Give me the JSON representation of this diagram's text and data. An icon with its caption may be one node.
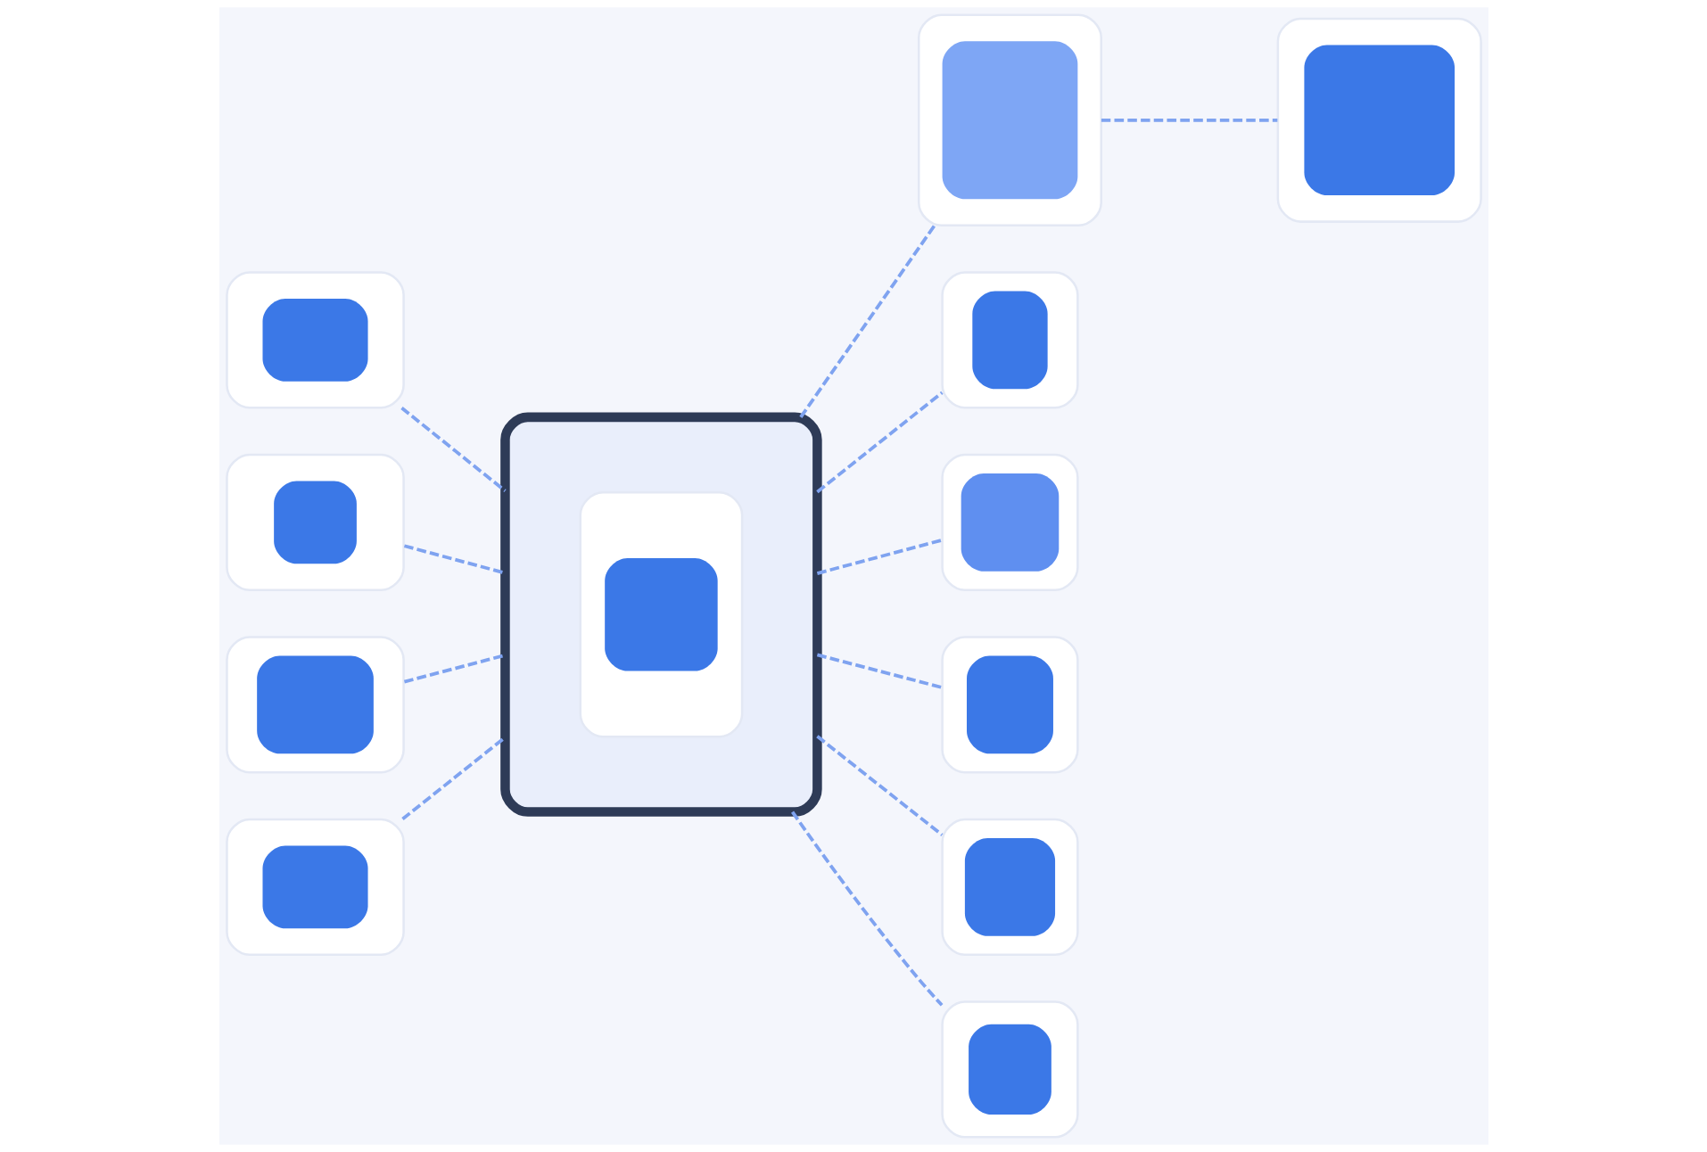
{
  "diagram": {
    "nodes": [
      {
        "text": [],
        "shape": "picture"
      },
      {
        "text": [],
        "shape": "picture"
      },
      {
        "text": [],
        "shape": "picture"
      },
      {
        "text": [],
        "shape": "picture"
      },
      {
        "text": [],
        "shape": "picture"
      },
      {
        "text": [],
        "shape": "picture",
        "in": 4
      },
      {
        "text": [],
        "shape": "picture"
      },
      {
        "text": [],
        "shape": "picture"
      },
      {
        "text": [],
        "shape": "picture"
      },
      {
        "text": [],
        "shape": "picture"
      },
      {
        "text": [],
        "shape": "picture"
      },
      {
        "text": [],
        "shape": "picture"
      },
      {
        "text": [],
        "shape": "picture"
      }
    ],
    "edges": [
      {
        "from": 0,
        "to": 4,
        "arrow": "none",
        "style": "dashed"
      },
      {
        "from": 1,
        "to": 4,
        "arrow": "none",
        "style": "dashed"
      },
      {
        "from": 2,
        "to": 4,
        "arrow": "none",
        "style": "dashed"
      },
      {
        "from": 3,
        "to": 4,
        "arrow": "none",
        "style": "dashed"
      },
      {
        "from": 4,
        "to": 6,
        "arrow": "none",
        "style": "dashed"
      },
      {
        "from": 6,
        "to": 7,
        "arrow": "none",
        "style": "dashed"
      },
      {
        "from": 4,
        "to": 8,
        "arrow": "none",
        "style": "dashed"
      },
      {
        "from": 4,
        "to": 9,
        "arrow": "none",
        "style": "dashed"
      },
      {
        "from": 4,
        "to": 10,
        "arrow": "none",
        "style": "dashed"
      },
      {
        "from": 4,
        "to": 11,
        "arrow": "none",
        "style": "dashed"
      },
      {
        "from": 4,
        "to": 12,
        "arrow": "none",
        "style": "dashed"
      }
    ]
  }
}
